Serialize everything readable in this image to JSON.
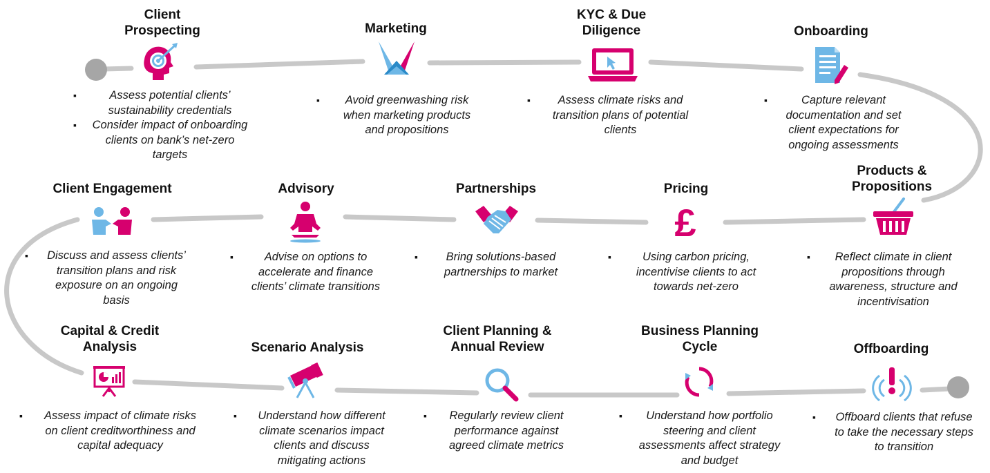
{
  "stages": [
    {
      "id": "client-prospecting",
      "title": [
        "Client",
        "Prospecting"
      ],
      "icon": "target-head-icon",
      "bullets": [
        [
          "Assess potential clients’",
          "sustainability credentials"
        ],
        [
          "Consider impact of onboarding",
          "clients on bank’s net-zero",
          "targets"
        ]
      ]
    },
    {
      "id": "marketing",
      "title": [
        "Marketing"
      ],
      "icon": "megaphone-shapes-icon",
      "bullets": [
        [
          "Avoid greenwashing risk",
          "when marketing products",
          "and propositions"
        ]
      ]
    },
    {
      "id": "kyc",
      "title": [
        "KYC & Due",
        "Diligence"
      ],
      "icon": "laptop-icon",
      "bullets": [
        [
          "Assess climate risks and",
          "transition plans of potential",
          "clients"
        ]
      ]
    },
    {
      "id": "onboarding",
      "title": [
        "Onboarding"
      ],
      "icon": "document-pen-icon",
      "bullets": [
        [
          "Capture relevant",
          "documentation and set",
          "client expectations for",
          "ongoing assessments"
        ]
      ]
    },
    {
      "id": "products",
      "title": [
        "Products &",
        "Propositions"
      ],
      "icon": "basket-icon",
      "bullets": [
        [
          "Reflect climate in client",
          "propositions through",
          "awareness, structure and",
          "incentivisation"
        ]
      ]
    },
    {
      "id": "pricing",
      "title": [
        "Pricing"
      ],
      "icon": "pound-icon",
      "bullets": [
        [
          "Using carbon pricing,",
          "incentivise clients to act",
          "towards net-zero"
        ]
      ]
    },
    {
      "id": "partnerships",
      "title": [
        "Partnerships"
      ],
      "icon": "handshake-icon",
      "bullets": [
        [
          "Bring solutions-based",
          "partnerships to market"
        ]
      ]
    },
    {
      "id": "advisory",
      "title": [
        "Advisory"
      ],
      "icon": "meditation-icon",
      "bullets": [
        [
          "Advise on options to",
          "accelerate and finance",
          "clients’ climate transitions"
        ]
      ]
    },
    {
      "id": "client-engagement",
      "title": [
        "Client Engagement"
      ],
      "icon": "people-meeting-icon",
      "bullets": [
        [
          "Discuss and assess clients’",
          "transition plans and risk",
          "exposure on an ongoing",
          "basis"
        ]
      ]
    },
    {
      "id": "capital-credit",
      "title": [
        "Capital & Credit",
        "Analysis"
      ],
      "icon": "presentation-board-icon",
      "bullets": [
        [
          "Assess impact of climate risks",
          "on client creditworthiness and",
          "capital adequacy"
        ]
      ]
    },
    {
      "id": "scenario",
      "title": [
        "Scenario Analysis"
      ],
      "icon": "telescope-icon",
      "bullets": [
        [
          "Understand how different",
          "climate scenarios impact",
          "clients and discuss",
          "mitigating actions"
        ]
      ]
    },
    {
      "id": "client-planning",
      "title": [
        "Client Planning &",
        "Annual Review"
      ],
      "icon": "magnifier-icon",
      "bullets": [
        [
          "Regularly review client",
          "performance against",
          "agreed climate metrics"
        ]
      ]
    },
    {
      "id": "business-planning",
      "title": [
        "Business Planning",
        "Cycle"
      ],
      "icon": "cycle-arrows-icon",
      "bullets": [
        [
          "Understand how portfolio",
          "steering and client",
          "assessments affect strategy",
          "and budget"
        ]
      ]
    },
    {
      "id": "offboarding",
      "title": [
        "Offboarding"
      ],
      "icon": "alert-signal-icon",
      "bullets": [
        [
          "Offboard clients that refuse",
          "to take the necessary steps",
          "to transition"
        ]
      ]
    }
  ],
  "colors": {
    "magenta": "#d6006e",
    "blue": "#6eb7e6",
    "grey": "#c8c8c8",
    "dot": "#a6a6a6"
  }
}
